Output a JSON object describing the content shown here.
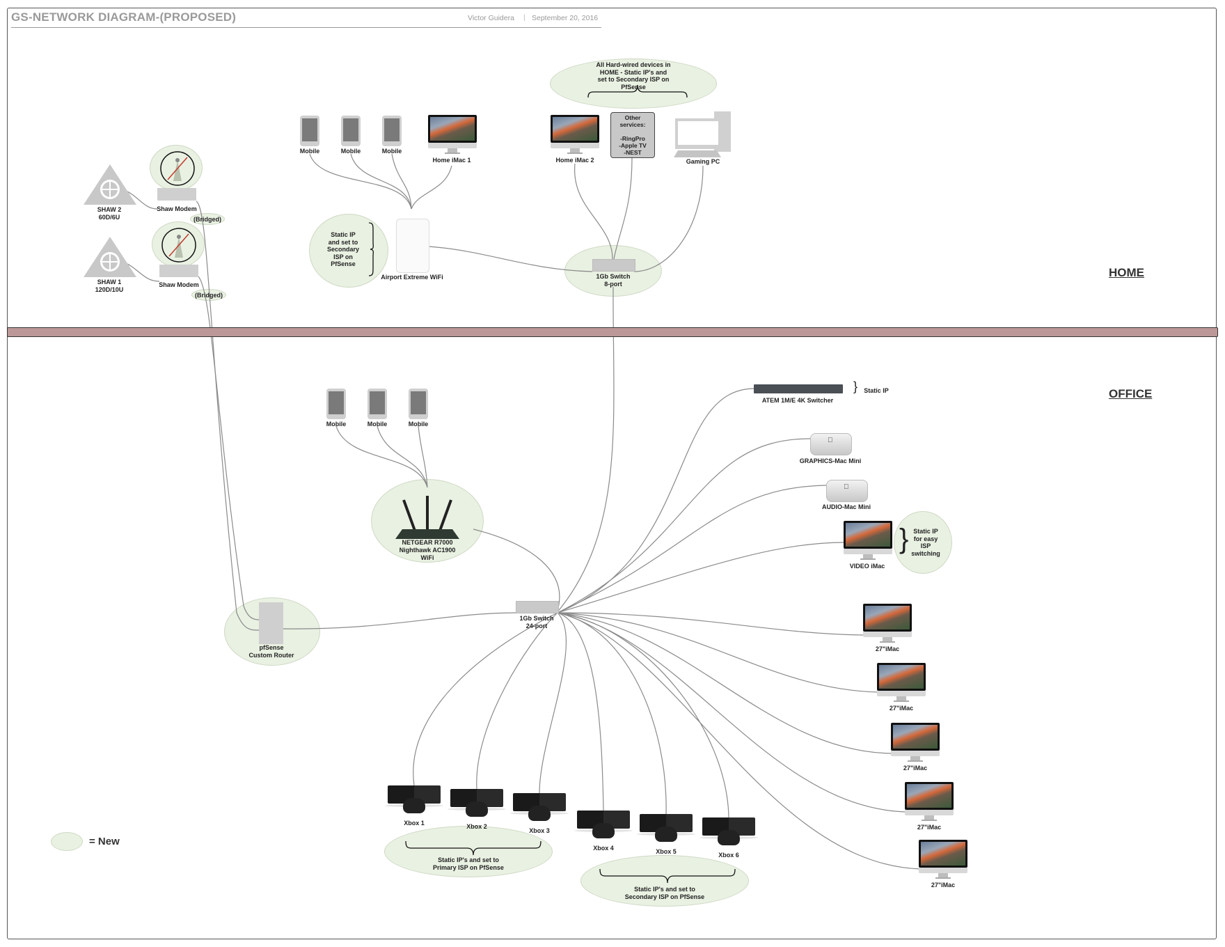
{
  "header": {
    "title": "GS-NETWORK DIAGRAM-(PROPOSED)",
    "author": "Victor Guidera",
    "separator": "|",
    "date": "September 20, 2016"
  },
  "colors": {
    "new_fill": "#e9f1e2",
    "divider": "#bd9898",
    "wire": "#8a8a8a",
    "title": "#9a9a9a"
  },
  "sections": {
    "home": "HOME",
    "office": "OFFICE"
  },
  "home": {
    "isp": [
      {
        "name": "SHAW 2",
        "speed": "60D/6U",
        "modem": "Shaw Modem",
        "mode": "(Bridged)"
      },
      {
        "name": "SHAW 1",
        "speed": "120D/10U",
        "modem": "Shaw Modem",
        "mode": "(Bridged)"
      }
    ],
    "wifi_clients": [
      "Mobile",
      "Mobile",
      "Mobile",
      "Home iMac 1"
    ],
    "airport": "Airport Extreme WiFi",
    "airport_note": [
      "Static IP",
      "and set to",
      "Secondary",
      "ISP on",
      "PfSense"
    ],
    "wired_note": [
      "All Hard-wired devices in",
      "HOME - Static IP's and",
      "set to Secondary ISP on",
      "PfSense"
    ],
    "wired_devices": [
      "Home iMac 2",
      "Gaming PC"
    ],
    "other_services": [
      "Other",
      "services:",
      "",
      "-RingPro",
      "-Apple TV",
      "-NEST"
    ],
    "switch": [
      "1Gb Switch",
      "8-port"
    ]
  },
  "office": {
    "wifi_clients": [
      "Mobile",
      "Mobile",
      "Mobile"
    ],
    "router": [
      "NETGEAR R7000",
      "Nighthawk AC1900",
      "WiFi"
    ],
    "pfsense": [
      "pfSense",
      "Custom Router"
    ],
    "switch": [
      "1Gb Switch",
      "24-port"
    ],
    "atem": "ATEM 1M/E 4K Switcher",
    "atem_note": "Static IP",
    "graphics": "GRAPHICS-Mac Mini",
    "audio": "AUDIO-Mac Mini",
    "video": "VIDEO iMac",
    "video_note": [
      "Static IP",
      "for easy",
      "ISP",
      "switching"
    ],
    "imacs": [
      "27\"iMac",
      "27\"iMac",
      "27\"iMac",
      "27\"iMac",
      "27\"iMac"
    ],
    "xbox_primary": [
      "Xbox 1",
      "Xbox 2",
      "Xbox 3"
    ],
    "xbox_secondary": [
      "Xbox 4",
      "Xbox 5",
      "Xbox 6"
    ],
    "primary_note": [
      "Static IP's and set to",
      "Primary ISP on PfSense"
    ],
    "secondary_note": [
      "Static IP's and set to",
      "Secondary ISP on PfSense"
    ]
  },
  "legend": {
    "label": "= New"
  }
}
